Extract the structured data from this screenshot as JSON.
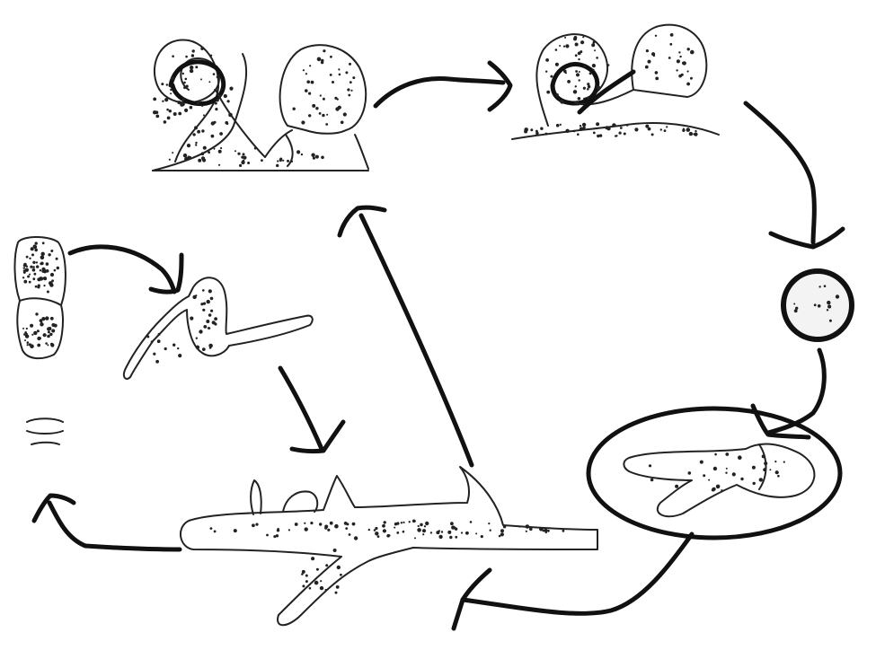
{
  "diagram": {
    "kind": "life-cycle",
    "colors": {
      "ink": "#111111",
      "stipple": "#222222",
      "cell_fill": "#f3f3f3",
      "background": "#ffffff"
    },
    "stages": [
      {
        "id": "gametangia",
        "icon": "gametangia-pair-icon"
      },
      {
        "id": "fertilization",
        "icon": "fusing-gametangia-icon"
      },
      {
        "id": "zygote",
        "icon": "round-spore-icon"
      },
      {
        "id": "germination",
        "icon": "germinating-cell-in-capsule-icon"
      },
      {
        "id": "mycelium",
        "icon": "branching-hypha-icon"
      },
      {
        "id": "asexual-spores",
        "icon": "sporangium-column-icon"
      },
      {
        "id": "spore-germination",
        "icon": "germinating-spore-icon"
      }
    ]
  }
}
